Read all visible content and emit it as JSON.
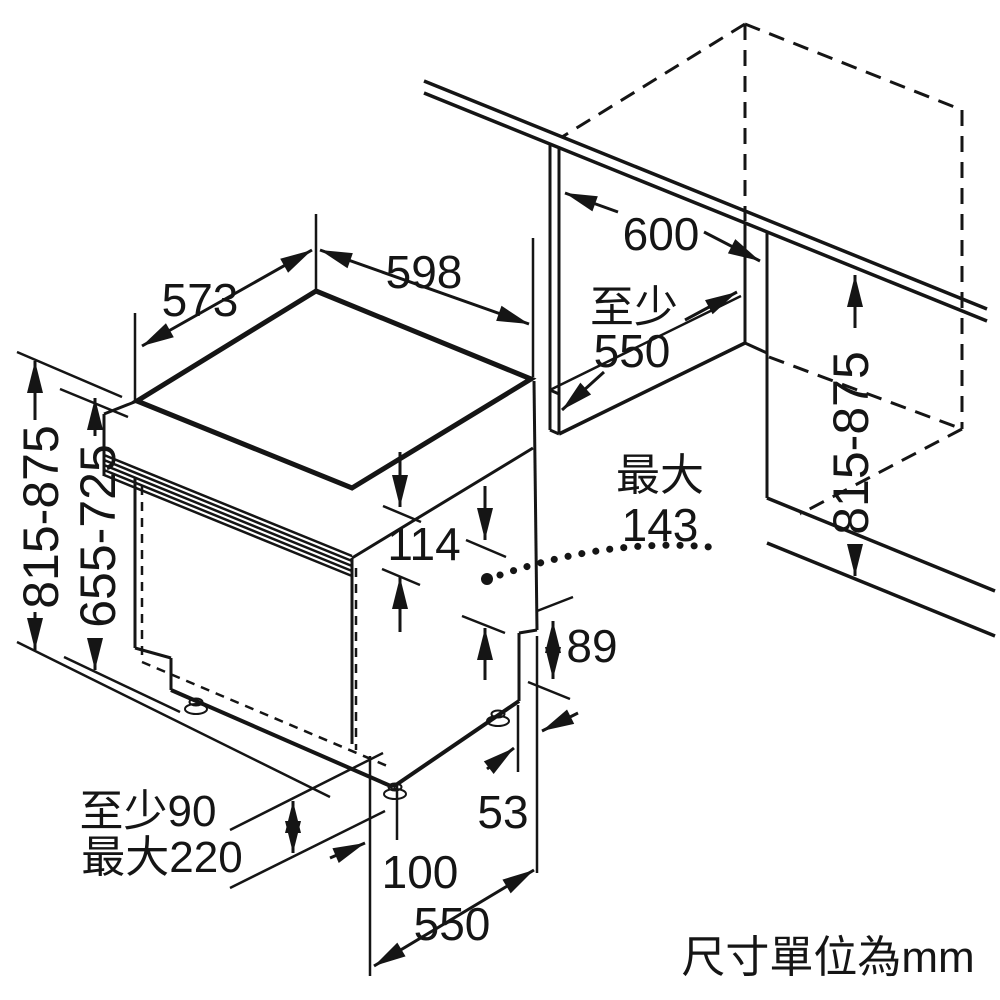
{
  "figure": {
    "kind": "appliance installation drawing",
    "subject": "built-under dishwasher and cabinet niche",
    "unit_note": "尺寸單位為mm",
    "ink_color": "#151515",
    "background_color": "#ffffff"
  },
  "dims": {
    "top_depth": "573",
    "top_width": "598",
    "niche_width": "600",
    "niche_depth_prefix": "至少",
    "niche_depth_value": "550",
    "niche_height_right": "815-875",
    "appliance_height": "815-875",
    "front_panel_height": "655-725",
    "control_panel_height": "114",
    "max_prefix": "最大",
    "max_value": "143",
    "rear_step_height": "89",
    "plinth_min": "至少90",
    "plinth_max": "最大220",
    "plinth_recess_depth": "100",
    "side_recess": "53",
    "base_depth": "550"
  }
}
